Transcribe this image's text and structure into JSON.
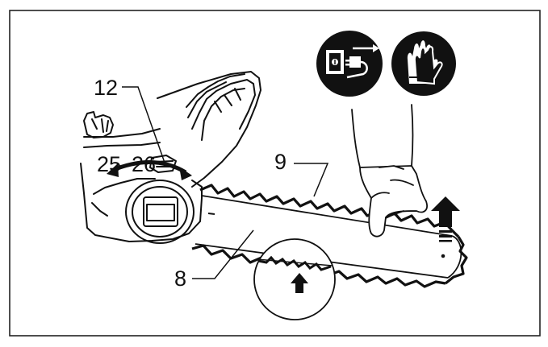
{
  "callouts": {
    "c12": "12",
    "c25": "25",
    "c26": "26",
    "c9": "9",
    "c8": "8"
  },
  "icons": {
    "unplug": "unplug-power-icon",
    "gloves": "wear-gloves-icon",
    "arrow_up": "arrow-up-icon",
    "arrow_small": "arrow-up-icon"
  },
  "colors": {
    "ink": "#111111",
    "paper": "#ffffff",
    "border": "#222222"
  }
}
